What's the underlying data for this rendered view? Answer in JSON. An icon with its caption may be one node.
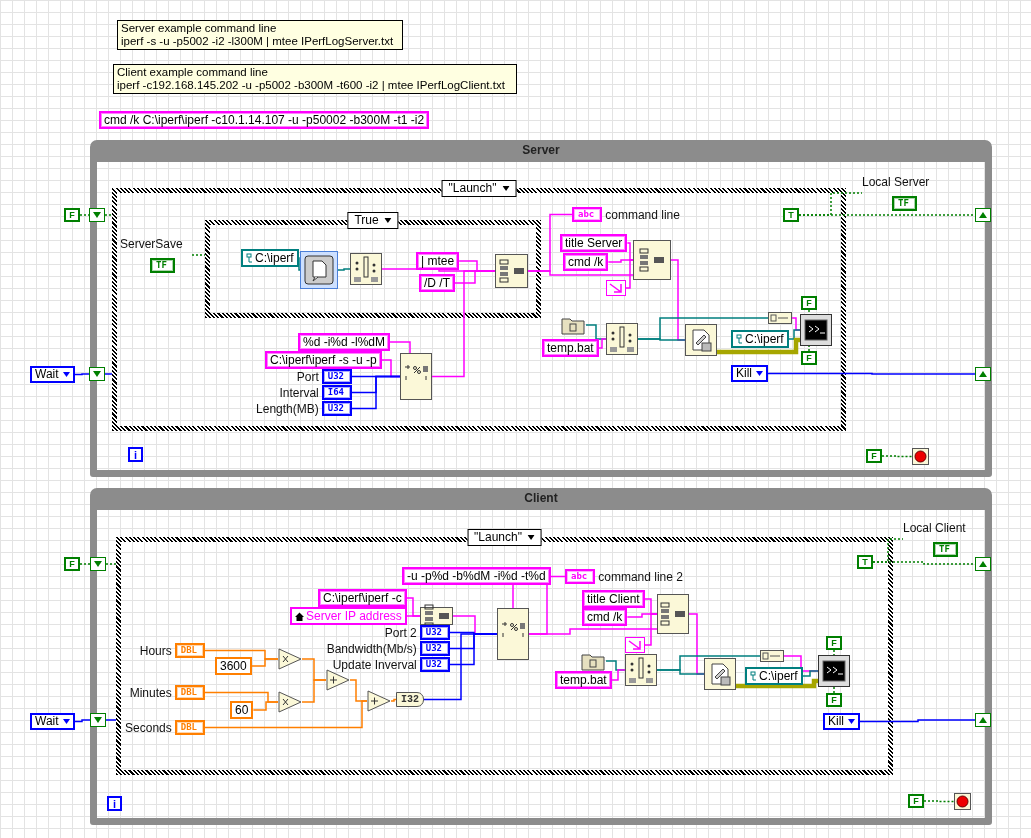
{
  "diagram": {
    "nodes": [
      {
        "text": [
          "Server example command line",
          "iperf -s -u -p5002 -i2 -l300M | mtee IPerfLogServer.txt"
        ]
      },
      {
        "text": [
          "Client example command line",
          "iperf -c192.168.145.202 -u -p5002 -b300M  -t600 -i2 | mtee IPerfLogClient.txt"
        ]
      },
      {
        "text": [
          "cmd /k C:\\iperf\\iperf -c10.1.14.107 -u -p50002 -b300M -t1 -i2"
        ]
      },
      {
        "text": [
          "Server"
        ]
      },
      {
        "text": [
          "\"Launch\""
        ],
        "in": 3
      },
      {
        "text": [
          "True"
        ],
        "in": 4
      },
      {
        "text": [
          "C:\\iperf"
        ],
        "in": 5
      },
      {
        "text": [],
        "shape": "box",
        "in": 5
      },
      {
        "text": [],
        "shape": "box",
        "in": 5
      },
      {
        "text": [
          "| mtee"
        ],
        "in": 5
      },
      {
        "text": [
          "/D /T"
        ],
        "in": 5
      },
      {
        "text": [],
        "shape": "box",
        "in": 5
      },
      {
        "text": [
          "ServerSave",
          "TF"
        ],
        "in": 4
      },
      {
        "text": [
          "%d -i%d -l%dM"
        ],
        "in": 4
      },
      {
        "text": [
          "C:\\iperf\\iperf -s -u -p"
        ],
        "in": 4
      },
      {
        "text": [],
        "shape": "box",
        "in": 4
      },
      {
        "text": [
          "Port",
          "U32"
        ],
        "in": 4
      },
      {
        "text": [
          "Interval",
          "I64"
        ],
        "in": 4
      },
      {
        "text": [
          "Length(MB)",
          "U32"
        ],
        "in": 4
      },
      {
        "text": [
          "abc",
          "command line"
        ],
        "in": 4
      },
      {
        "text": [
          "title Server"
        ],
        "in": 4
      },
      {
        "text": [
          "cmd /k"
        ],
        "in": 4
      },
      {
        "text": [],
        "shape": "box",
        "in": 4
      },
      {
        "text": [],
        "shape": "box",
        "in": 4
      },
      {
        "text": [],
        "shape": "box",
        "in": 4
      },
      {
        "text": [
          "temp.bat"
        ],
        "in": 4
      },
      {
        "text": [],
        "shape": "box",
        "in": 4
      },
      {
        "text": [],
        "shape": "box",
        "in": 4
      },
      {
        "text": [],
        "shape": "box",
        "in": 4
      },
      {
        "text": [
          "C:\\iperf"
        ],
        "in": 4
      },
      {
        "text": [],
        "shape": "box",
        "in": 4
      },
      {
        "text": [
          "F"
        ],
        "in": 4
      },
      {
        "text": [
          "F"
        ],
        "in": 4
      },
      {
        "text": [
          "Kill"
        ],
        "in": 4
      },
      {
        "text": [
          "T"
        ],
        "in": 4
      },
      {
        "text": [
          "Local Server",
          "TF"
        ],
        "in": 3
      },
      {
        "text": [
          "F"
        ],
        "in": 3
      },
      {
        "text": [],
        "shape": "circle",
        "in": 3
      },
      {
        "text": [
          "i"
        ],
        "in": 3
      },
      {
        "text": [
          "F"
        ]
      },
      {
        "text": [],
        "shape": "box",
        "in": 3
      },
      {
        "text": [
          "Wait"
        ]
      },
      {
        "text": [],
        "shape": "box",
        "in": 3
      },
      {
        "text": [],
        "shape": "box",
        "in": 3
      },
      {
        "text": [],
        "shape": "box",
        "in": 3
      },
      {
        "text": [
          "Client"
        ]
      },
      {
        "text": [
          "\"Launch\""
        ],
        "in": 45
      },
      {
        "text": [
          "-u -p%d -b%dM -i%d -t%d"
        ],
        "in": 46
      },
      {
        "text": [
          "C:\\iperf\\iperf -c"
        ],
        "in": 46
      },
      {
        "text": [
          "Server IP address"
        ],
        "in": 46
      },
      {
        "text": [],
        "shape": "box",
        "in": 46
      },
      {
        "text": [
          "Port 2",
          "U32"
        ],
        "in": 46
      },
      {
        "text": [
          "Bandwidth(Mb/s)",
          "U32"
        ],
        "in": 46
      },
      {
        "text": [
          "Update Inverval",
          "U32"
        ],
        "in": 46
      },
      {
        "text": [],
        "shape": "box",
        "in": 46
      },
      {
        "text": [
          "Hours",
          "DBL"
        ],
        "in": 46
      },
      {
        "text": [
          "3600"
        ],
        "in": 46
      },
      {
        "text": [],
        "shape": "triangle",
        "in": 46
      },
      {
        "text": [
          "Minutes",
          "DBL"
        ],
        "in": 46
      },
      {
        "text": [
          "60"
        ],
        "in": 46
      },
      {
        "text": [],
        "shape": "triangle",
        "in": 46
      },
      {
        "text": [],
        "shape": "triangle",
        "in": 46
      },
      {
        "text": [
          "Seconds",
          "DBL"
        ],
        "in": 46
      },
      {
        "text": [],
        "shape": "triangle",
        "in": 46
      },
      {
        "text": [
          "I32"
        ],
        "in": 46
      },
      {
        "text": [
          "abc",
          "command line 2"
        ],
        "in": 46
      },
      {
        "text": [
          "title Client"
        ],
        "in": 46
      },
      {
        "text": [
          "cmd /k"
        ],
        "in": 46
      },
      {
        "text": [],
        "shape": "box",
        "in": 46
      },
      {
        "text": [],
        "shape": "box",
        "in": 46
      },
      {
        "text": [],
        "shape": "box",
        "in": 46
      },
      {
        "text": [
          "temp.bat"
        ],
        "in": 46
      },
      {
        "text": [],
        "shape": "box",
        "in": 46
      },
      {
        "text": [],
        "shape": "box",
        "in": 46
      },
      {
        "text": [],
        "shape": "box",
        "in": 46
      },
      {
        "text": [
          "C:\\iperf"
        ],
        "in": 46
      },
      {
        "text": [],
        "shape": "box",
        "in": 46
      },
      {
        "text": [
          "F"
        ],
        "in": 46
      },
      {
        "text": [
          "F"
        ],
        "in": 46
      },
      {
        "text": [
          "Kill"
        ],
        "in": 46
      },
      {
        "text": [
          "T"
        ],
        "in": 46
      },
      {
        "text": [
          "Local Client",
          "TF"
        ],
        "in": 45
      },
      {
        "text": [
          "F"
        ],
        "in": 45
      },
      {
        "text": [],
        "shape": "circle",
        "in": 45
      },
      {
        "text": [
          "i"
        ],
        "in": 45
      },
      {
        "text": [
          "F"
        ]
      },
      {
        "text": [],
        "shape": "box",
        "in": 45
      },
      {
        "text": [
          "Wait"
        ]
      },
      {
        "text": [],
        "shape": "box",
        "in": 45
      },
      {
        "text": [],
        "shape": "box",
        "in": 45
      },
      {
        "text": [],
        "shape": "box",
        "in": 45
      }
    ],
    "edges": [
      {
        "from": 39,
        "to": 40,
        "arrow": "none",
        "style": "dashed",
        "color": "#007f00"
      },
      {
        "from": 40,
        "to": 4,
        "arrow": "none",
        "style": "dashed",
        "color": "#007f00"
      },
      {
        "from": 41,
        "to": 42,
        "arrow": "none",
        "color": "#0000ff"
      },
      {
        "from": 42,
        "to": 4,
        "arrow": "none",
        "color": "#0000ff"
      },
      {
        "from": 12,
        "to": 5,
        "arrow": "none",
        "style": "dashed",
        "color": "#007f00"
      },
      {
        "from": 6,
        "to": 7,
        "arrow": "none",
        "color": "#007f7f"
      },
      {
        "from": 7,
        "to": 8,
        "arrow": "none",
        "color": "#007f7f"
      },
      {
        "from": 8,
        "to": 11,
        "arrow": "none"
      },
      {
        "from": 9,
        "to": 11,
        "arrow": "none"
      },
      {
        "from": 10,
        "to": 11,
        "arrow": "none"
      },
      {
        "from": 15,
        "to": 11,
        "arrow": "none"
      },
      {
        "from": 13,
        "to": 15,
        "arrow": "none"
      },
      {
        "from": 14,
        "to": 15,
        "arrow": "none"
      },
      {
        "from": 16,
        "to": 15,
        "arrow": "none",
        "color": "#0000ff"
      },
      {
        "from": 17,
        "to": 15,
        "arrow": "none",
        "color": "#0000ff"
      },
      {
        "from": 18,
        "to": 15,
        "arrow": "none",
        "color": "#0000ff"
      },
      {
        "from": 11,
        "to": 19,
        "arrow": "none"
      },
      {
        "from": 11,
        "to": 22,
        "arrow": "none"
      },
      {
        "from": 20,
        "to": 22,
        "arrow": "none"
      },
      {
        "from": 21,
        "to": 22,
        "arrow": "none"
      },
      {
        "from": 23,
        "to": 22,
        "arrow": "none"
      },
      {
        "from": 22,
        "to": 27,
        "arrow": "none"
      },
      {
        "from": 24,
        "to": 26,
        "arrow": "none",
        "color": "#007f7f"
      },
      {
        "from": 25,
        "to": 26,
        "arrow": "none"
      },
      {
        "from": 26,
        "to": 27,
        "arrow": "none",
        "color": "#007f7f"
      },
      {
        "from": 26,
        "to": 28,
        "arrow": "none",
        "color": "#007f7f"
      },
      {
        "from": 28,
        "to": 30,
        "arrow": "none"
      },
      {
        "from": 29,
        "to": 30,
        "arrow": "none",
        "color": "#007f7f"
      },
      {
        "from": 27,
        "to": 30,
        "arrow": "none",
        "style": "thick",
        "color": "#a6a600"
      },
      {
        "from": 31,
        "to": 30,
        "arrow": "none",
        "style": "dashed",
        "color": "#007f00"
      },
      {
        "from": 32,
        "to": 30,
        "arrow": "none",
        "style": "dashed",
        "color": "#007f00"
      },
      {
        "from": 33,
        "to": 44,
        "arrow": "none",
        "color": "#0000ff"
      },
      {
        "from": 34,
        "to": 35,
        "arrow": "none",
        "style": "dashed",
        "color": "#007f00"
      },
      {
        "from": 34,
        "to": 43,
        "arrow": "none",
        "style": "dashed",
        "color": "#007f00"
      },
      {
        "from": 36,
        "to": 37,
        "arrow": "none",
        "style": "dashed",
        "color": "#007f00"
      },
      {
        "from": 85,
        "to": 86,
        "arrow": "none",
        "style": "dashed",
        "color": "#007f00"
      },
      {
        "from": 86,
        "to": 46,
        "arrow": "none",
        "style": "dashed",
        "color": "#007f00"
      },
      {
        "from": 87,
        "to": 88,
        "arrow": "none",
        "color": "#0000ff"
      },
      {
        "from": 88,
        "to": 46,
        "arrow": "none",
        "color": "#0000ff"
      },
      {
        "from": 55,
        "to": 57,
        "arrow": "none",
        "color": "#ff7f00"
      },
      {
        "from": 56,
        "to": 57,
        "arrow": "none",
        "color": "#ff7f00"
      },
      {
        "from": 58,
        "to": 60,
        "arrow": "none",
        "color": "#ff7f00"
      },
      {
        "from": 59,
        "to": 60,
        "arrow": "none",
        "color": "#ff7f00"
      },
      {
        "from": 57,
        "to": 61,
        "arrow": "none",
        "color": "#ff7f00"
      },
      {
        "from": 60,
        "to": 61,
        "arrow": "none",
        "color": "#ff7f00"
      },
      {
        "from": 61,
        "to": 63,
        "arrow": "none",
        "color": "#ff7f00"
      },
      {
        "from": 62,
        "to": 63,
        "arrow": "none",
        "color": "#ff7f00"
      },
      {
        "from": 63,
        "to": 64,
        "arrow": "none",
        "color": "#ff7f00"
      },
      {
        "from": 64,
        "to": 54,
        "arrow": "none",
        "color": "#0000ff"
      },
      {
        "from": 48,
        "to": 50,
        "arrow": "none"
      },
      {
        "from": 49,
        "to": 50,
        "arrow": "none"
      },
      {
        "from": 50,
        "to": 54,
        "arrow": "none"
      },
      {
        "from": 47,
        "to": 54,
        "arrow": "none"
      },
      {
        "from": 51,
        "to": 54,
        "arrow": "none",
        "color": "#0000ff"
      },
      {
        "from": 52,
        "to": 54,
        "arrow": "none",
        "color": "#0000ff"
      },
      {
        "from": 53,
        "to": 54,
        "arrow": "none",
        "color": "#0000ff"
      },
      {
        "from": 54,
        "to": 65,
        "arrow": "none"
      },
      {
        "from": 54,
        "to": 68,
        "arrow": "none"
      },
      {
        "from": 66,
        "to": 68,
        "arrow": "none"
      },
      {
        "from": 67,
        "to": 68,
        "arrow": "none"
      },
      {
        "from": 69,
        "to": 68,
        "arrow": "none"
      },
      {
        "from": 68,
        "to": 73,
        "arrow": "none"
      },
      {
        "from": 70,
        "to": 72,
        "arrow": "none",
        "color": "#007f7f"
      },
      {
        "from": 71,
        "to": 72,
        "arrow": "none"
      },
      {
        "from": 72,
        "to": 73,
        "arrow": "none",
        "color": "#007f7f"
      },
      {
        "from": 72,
        "to": 74,
        "arrow": "none",
        "color": "#007f7f"
      },
      {
        "from": 74,
        "to": 76,
        "arrow": "none"
      },
      {
        "from": 75,
        "to": 76,
        "arrow": "none",
        "color": "#007f7f"
      },
      {
        "from": 73,
        "to": 76,
        "arrow": "none",
        "style": "thick",
        "color": "#a6a600"
      },
      {
        "from": 77,
        "to": 76,
        "arrow": "none",
        "style": "dashed",
        "color": "#007f00"
      },
      {
        "from": 78,
        "to": 76,
        "arrow": "none",
        "style": "dashed",
        "color": "#007f00"
      },
      {
        "from": 79,
        "to": 90,
        "arrow": "none",
        "color": "#0000ff"
      },
      {
        "from": 80,
        "to": 81,
        "arrow": "none",
        "style": "dashed",
        "color": "#007f00"
      },
      {
        "from": 80,
        "to": 89,
        "arrow": "none",
        "style": "dashed",
        "color": "#007f00"
      },
      {
        "from": 82,
        "to": 83,
        "arrow": "none",
        "style": "dashed",
        "color": "#007f00"
      }
    ]
  }
}
